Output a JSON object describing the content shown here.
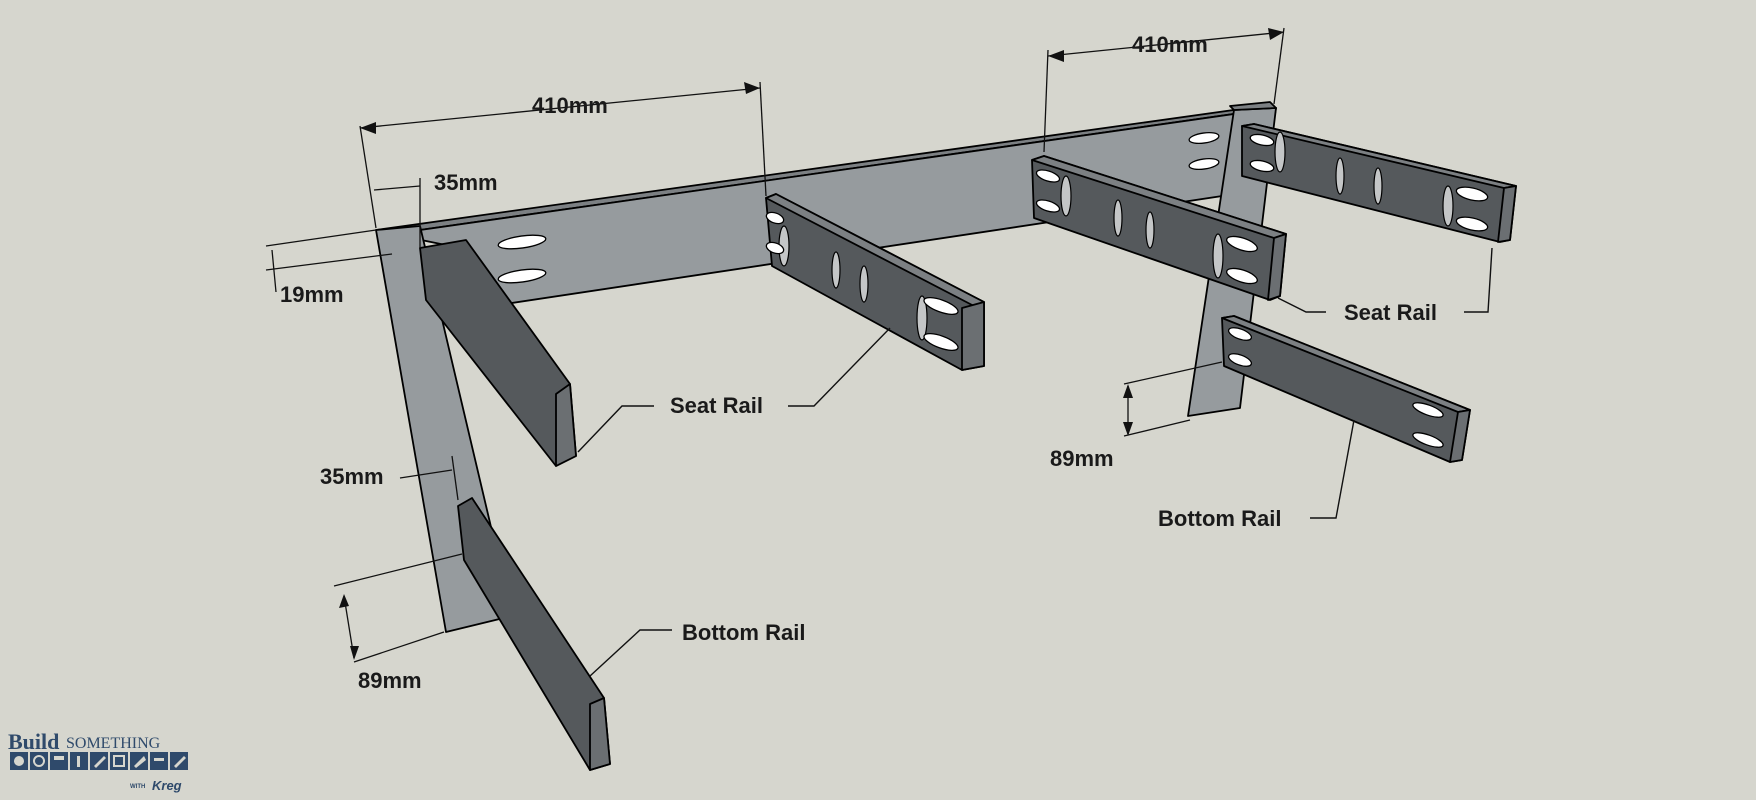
{
  "labels": {
    "seat_rail_left": "Seat Rail",
    "seat_rail_right": "Seat Rail",
    "bottom_rail_left": "Bottom Rail",
    "bottom_rail_right": "Bottom Rail"
  },
  "dimensions": {
    "length_left": "410mm",
    "length_right": "410mm",
    "top_offset": "35mm",
    "thickness": "19mm",
    "leg_offset": "35mm",
    "rail_height_left": "89mm",
    "rail_height_right": "89mm"
  },
  "logo": {
    "build": "Build",
    "something": "SOMETHING",
    "with": "WITH",
    "kreg": "Kreg"
  },
  "colors": {
    "background": "#d6d6ce",
    "board_light": "#969b9e",
    "board_dark": "#55595c",
    "logo": "#2f4a6b"
  }
}
